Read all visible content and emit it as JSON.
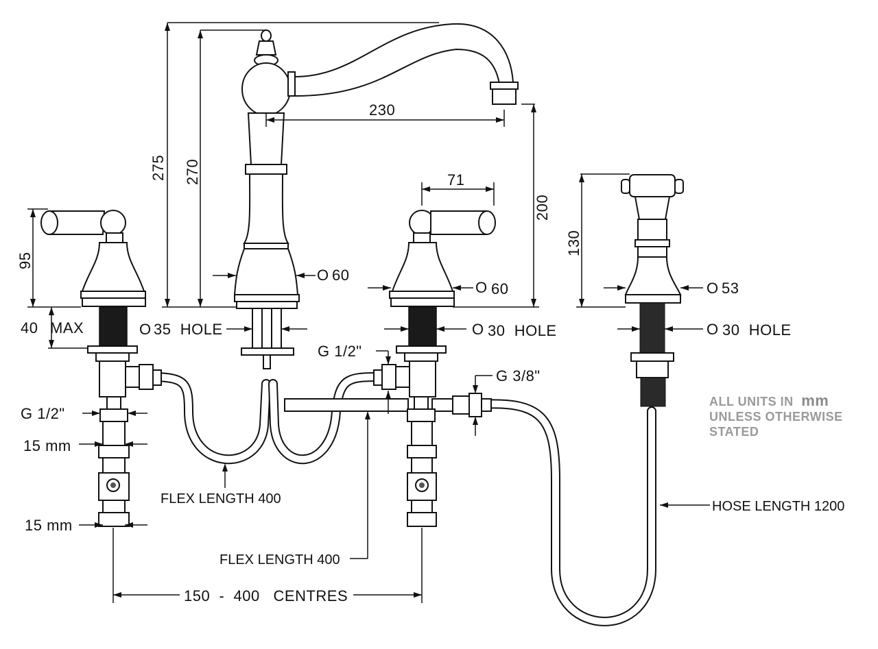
{
  "dimensions": {
    "total_height": "275",
    "spout_height": "270",
    "spout_reach": "230",
    "spout_outlet_height": "200",
    "handle_spread": "71",
    "handle_height": "95",
    "spray_height": "130",
    "deck_thickness": "40",
    "deck_thickness_suffix": "MAX"
  },
  "diameters": {
    "spout_base_symbol": "O",
    "spout_base": "60",
    "valve_base_symbol": "O",
    "valve_base": "60",
    "spray_base_symbol": "O",
    "spray_base": "53",
    "spout_hole_symbol": "O",
    "spout_hole": "35  HOLE",
    "valve_hole_symbol": "O",
    "valve_hole": "30  HOLE",
    "spray_hole_symbol": "O",
    "spray_hole": "30  HOLE"
  },
  "connections": {
    "g_half_valve": "G 1/2\"",
    "g_half_left": "G 1/2\"",
    "g_three_eighths": "G 3/8\"",
    "pipe_15mm_upper": "15 mm",
    "pipe_15mm_lower": "15 mm"
  },
  "lengths": {
    "flex_left": "FLEX LENGTH 400",
    "flex_center": "FLEX LENGTH 400",
    "hose": "HOSE LENGTH 1200",
    "centres": "150  -  400   CENTRES"
  },
  "note": {
    "line1_prefix": "ALL UNITS IN",
    "line1_unit": "mm",
    "line2": "UNLESS OTHERWISE",
    "line3": "STATED"
  }
}
